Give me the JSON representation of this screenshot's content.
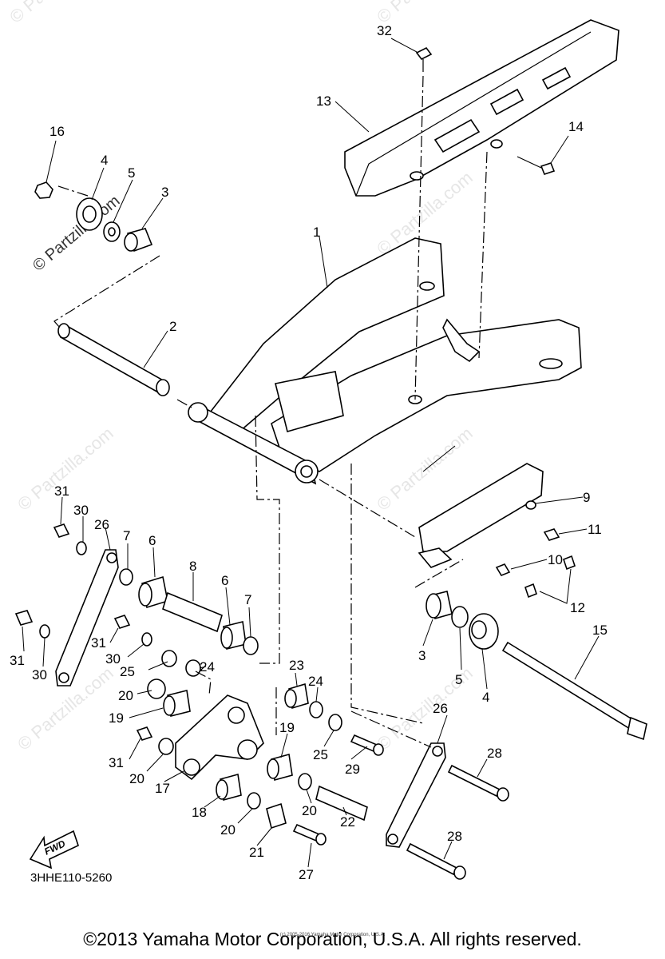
{
  "callouts": [
    "1",
    "2",
    "3",
    "4",
    "5",
    "16",
    "13",
    "14",
    "32",
    "9",
    "10",
    "11",
    "12",
    "15",
    "26",
    "31",
    "30",
    "7",
    "6",
    "8",
    "25",
    "24",
    "23",
    "20",
    "19",
    "17",
    "18",
    "21",
    "22",
    "27",
    "28",
    "29"
  ],
  "watermarks": {
    "primary": "© Partzilla.com",
    "faint": "© Partzilla.com"
  },
  "fwd_label": "FWD",
  "diagram_code": "3HHE110-5260",
  "small_credit": "(c) 2005-2016 Yamaha Motor Corporation, U.S.A.",
  "copyright": "©2013 Yamaha Motor Corporation, U.S.A. All rights reserved."
}
